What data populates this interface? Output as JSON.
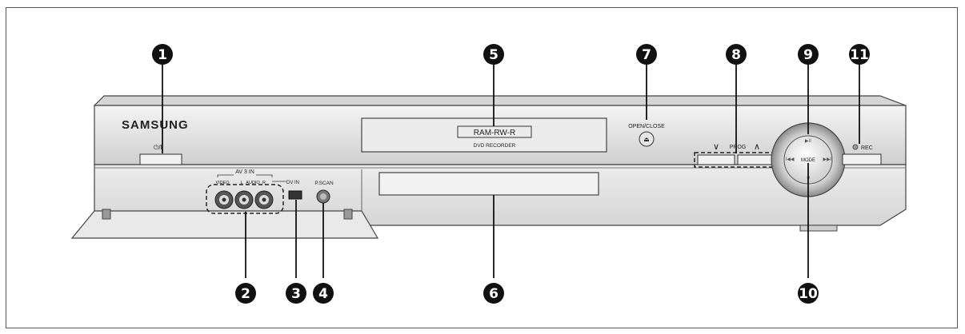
{
  "brand": "SAMSUNG",
  "power_label": "⏻/I",
  "tray_label": "RAM-RW-R",
  "tray_sublabel": "DVD RECORDER",
  "open_close_label": "OPEN/CLOSE",
  "av_in_label": "AV 3 IN",
  "video_label": "VIDEO",
  "audio_l_label": "L",
  "audio_label": "AUDIO",
  "audio_r_label": "R",
  "dv_in_label": "DV IN",
  "pscan_label": "P.SCAN",
  "prog_label": "PROG",
  "prog_down": "∨",
  "prog_up": "∧",
  "rec_label": "REC",
  "mode_label": "MODE",
  "callouts": [
    "1",
    "2",
    "3",
    "4",
    "5",
    "6",
    "7",
    "8",
    "9",
    "10",
    "11"
  ]
}
